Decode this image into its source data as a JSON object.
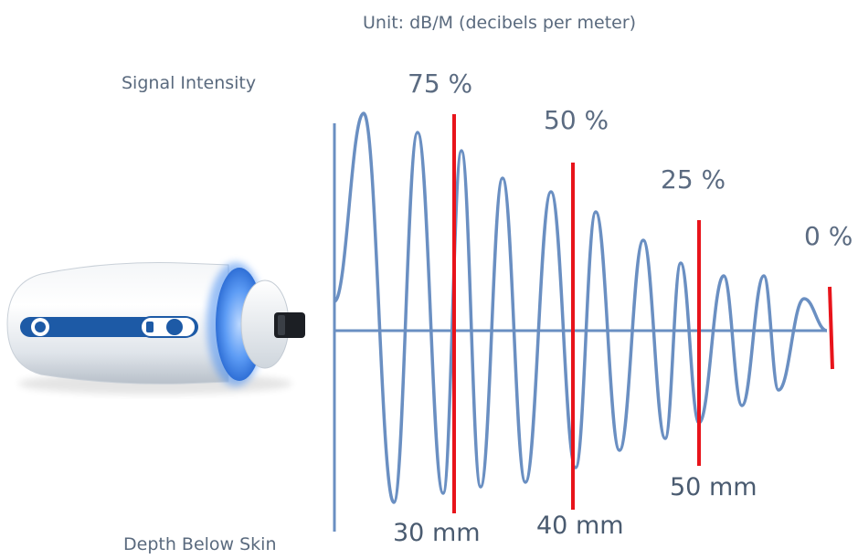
{
  "labels": {
    "unit": "Unit: dB/M  (decibels  per meter)",
    "y_axis": "Signal Intensity",
    "x_axis": "Depth Below Skin"
  },
  "markers": [
    {
      "percent": "75 %",
      "depth": "30 mm"
    },
    {
      "percent": "50 %",
      "depth": "40 mm"
    },
    {
      "percent": "25 %",
      "depth": "50 mm"
    },
    {
      "percent": "0 %",
      "depth": ""
    }
  ],
  "device": {
    "brand_mark": "brand-logo-icon",
    "power": "power-switch-icon"
  },
  "colors": {
    "wave": "#6a8fc2",
    "axis": "#6a8fc2",
    "marker": "#e8141b",
    "glow": "#4a8ef0"
  }
}
